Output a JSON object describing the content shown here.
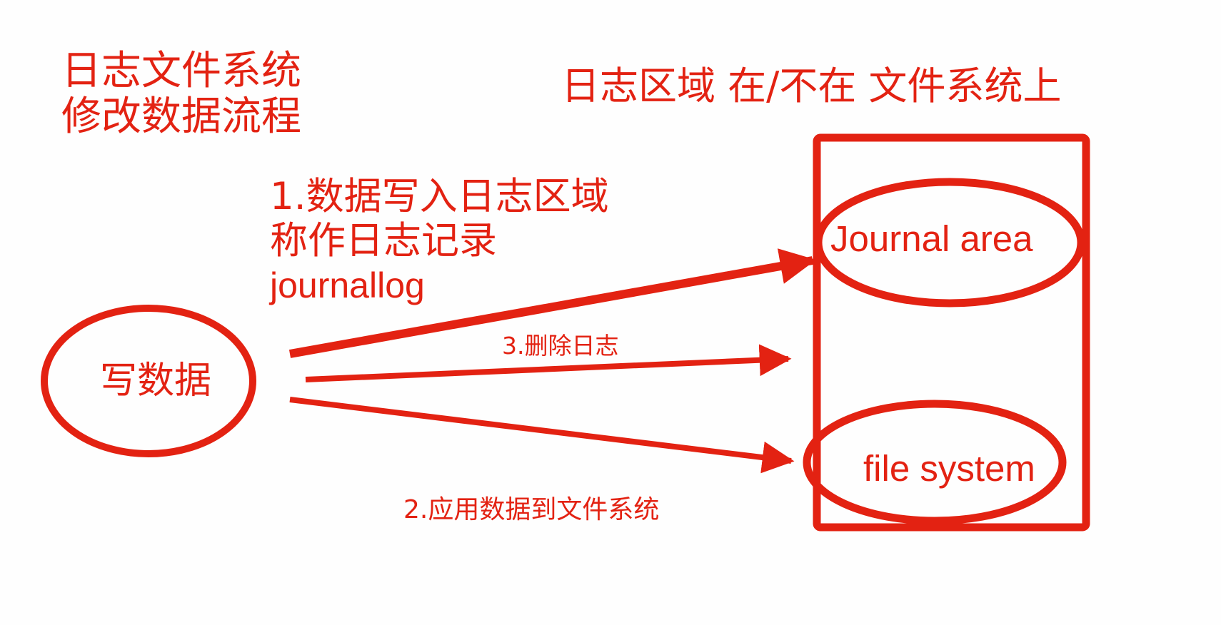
{
  "diagram": {
    "title": {
      "line1": "日志文件系统",
      "line2": "修改数据流程"
    },
    "subtitle": "日志区域 在/不在 文件系统上",
    "nodes": {
      "write_data": "写数据",
      "journal_area": "Journal area",
      "file_system": "file system"
    },
    "steps": {
      "step1": {
        "line1": "1.数据写入日志区域",
        "line2": "称作日志记录",
        "line3": "journallog"
      },
      "step2": "2.应用数据到文件系统",
      "step3": "3.删除日志"
    },
    "edges": [
      {
        "from": "写数据",
        "to": "Journal area",
        "label": "1.数据写入日志区域 称作日志记录 journallog"
      },
      {
        "from": "写数据",
        "to": "file system",
        "label": "2.应用数据到文件系统"
      },
      {
        "from": "写数据",
        "to": "Journal area",
        "label": "3.删除日志"
      }
    ],
    "colors": {
      "stroke": "#e32212",
      "background": "#fefefe"
    }
  }
}
